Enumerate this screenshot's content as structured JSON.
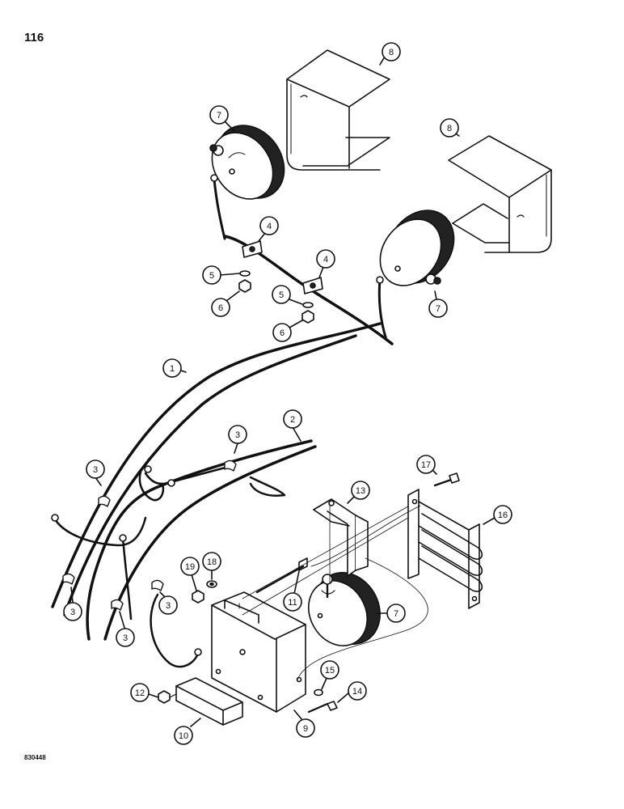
{
  "page_number": "116",
  "drawing_code": "830448",
  "callouts": [
    {
      "id": "c1",
      "label": "1"
    },
    {
      "id": "c2",
      "label": "2"
    },
    {
      "id": "c3a",
      "label": "3"
    },
    {
      "id": "c3b",
      "label": "3"
    },
    {
      "id": "c3c",
      "label": "3"
    },
    {
      "id": "c3d",
      "label": "3"
    },
    {
      "id": "c3e",
      "label": "3"
    },
    {
      "id": "c4a",
      "label": "4"
    },
    {
      "id": "c4b",
      "label": "4"
    },
    {
      "id": "c5a",
      "label": "5"
    },
    {
      "id": "c5b",
      "label": "5"
    },
    {
      "id": "c6a",
      "label": "6"
    },
    {
      "id": "c6b",
      "label": "6"
    },
    {
      "id": "c7a",
      "label": "7"
    },
    {
      "id": "c7b",
      "label": "7"
    },
    {
      "id": "c7c",
      "label": "7"
    },
    {
      "id": "c8a",
      "label": "8"
    },
    {
      "id": "c8b",
      "label": "8"
    },
    {
      "id": "c9",
      "label": "9"
    },
    {
      "id": "c10",
      "label": "10"
    },
    {
      "id": "c11",
      "label": "11"
    },
    {
      "id": "c12",
      "label": "12"
    },
    {
      "id": "c13",
      "label": "13"
    },
    {
      "id": "c14",
      "label": "14"
    },
    {
      "id": "c15",
      "label": "15"
    },
    {
      "id": "c16",
      "label": "16"
    },
    {
      "id": "c17",
      "label": "17"
    },
    {
      "id": "c18",
      "label": "18"
    },
    {
      "id": "c19",
      "label": "19"
    }
  ]
}
